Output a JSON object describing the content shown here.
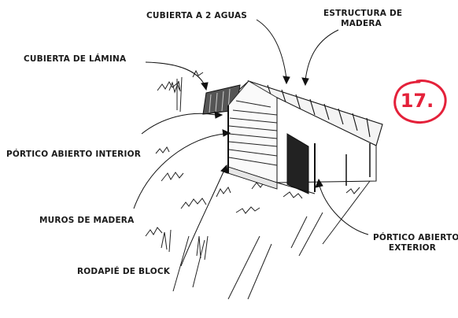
{
  "labels": {
    "cubierta_2_aguas": "CUBIERTA A 2 AGUAS",
    "estructura_line1": "ESTRUCTURA DE",
    "estructura_line2": "MADERA",
    "cubierta_lamina": "CUBIERTA DE LÁMINA",
    "portico_interior": "PÓRTICO ABIERTO INTERIOR",
    "muros_madera": "MUROS DE MADERA",
    "rodapie_block": "RODAPIÉ DE BLOCK",
    "portico_exterior_line1": "PÓRTICO ABIERTO",
    "portico_exterior_line2": "EXTERIOR"
  },
  "badge": {
    "number": "17.",
    "color": "#e4213a"
  }
}
